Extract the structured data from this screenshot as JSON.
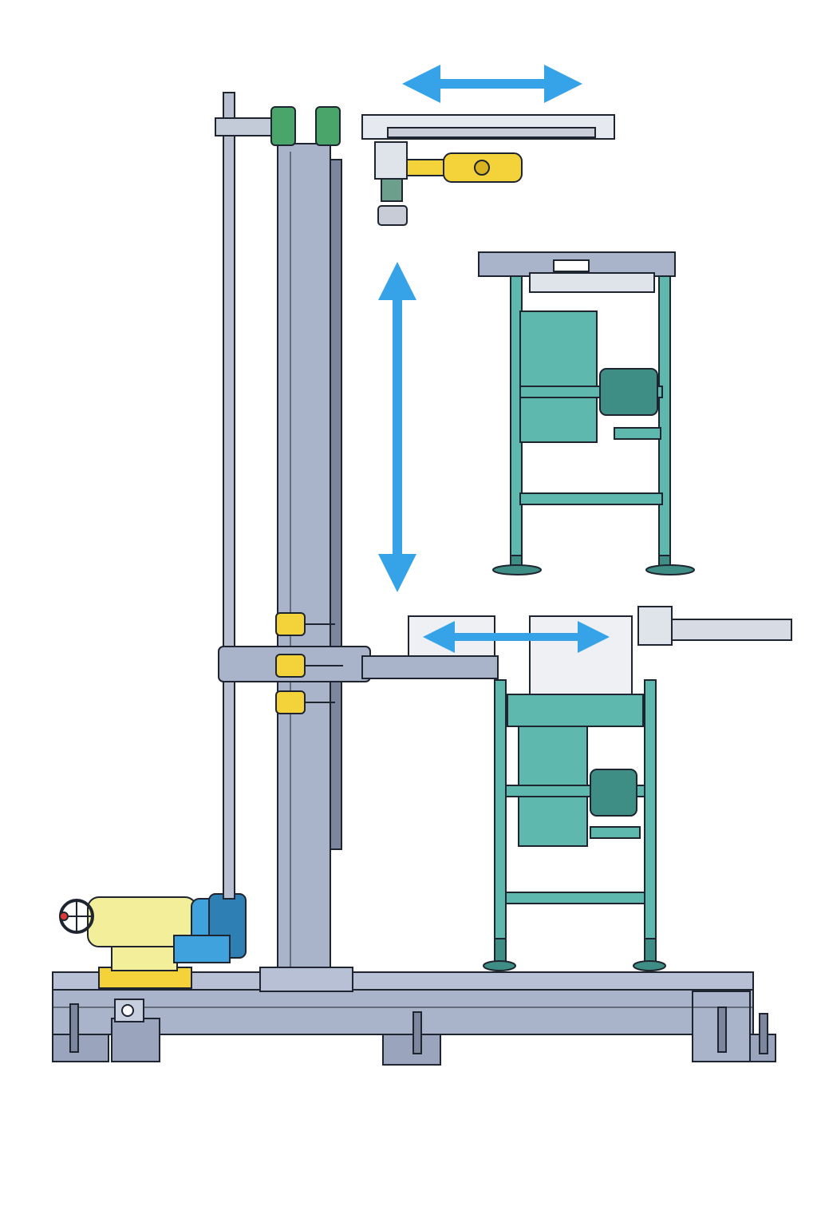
{
  "title": "",
  "colors": {
    "frame_gray": "#a9b3c9",
    "frame_gray_dark": "#7c879e",
    "teal": "#5fb8ad",
    "teal_dark": "#3f8e86",
    "yellow": "#f3d23a",
    "pale_yellow": "#f2ee9a",
    "blue_motor": "#3fa2dc",
    "arrow_blue": "#36a3e8",
    "green_clamp": "#4aa56a",
    "outline": "#1e2530",
    "knob_red": "#e0393a"
  },
  "components": [
    {
      "name": "base-frame",
      "icon": "welded-steel-base"
    },
    {
      "name": "main-column",
      "icon": "vertical-column"
    },
    {
      "name": "guide-rod",
      "icon": "vertical-guide-rod"
    },
    {
      "name": "top-slide",
      "icon": "horizontal-linear-slide"
    },
    {
      "name": "yellow-drive",
      "icon": "gear-motor"
    },
    {
      "name": "cross-arm",
      "icon": "horizontal-arm"
    },
    {
      "name": "clamp-blocks",
      "icon": "yellow-clamp"
    },
    {
      "name": "upper-workstation",
      "icon": "teal-stand"
    },
    {
      "name": "lower-workstation",
      "icon": "teal-stand"
    },
    {
      "name": "drive-motor",
      "icon": "electric-motor"
    },
    {
      "name": "handwheel",
      "icon": "handwheel"
    }
  ],
  "motion_arrows": [
    {
      "name": "top-horizontal",
      "direction": "horizontal"
    },
    {
      "name": "vertical",
      "direction": "vertical"
    },
    {
      "name": "arm-horizontal",
      "direction": "horizontal"
    }
  ]
}
